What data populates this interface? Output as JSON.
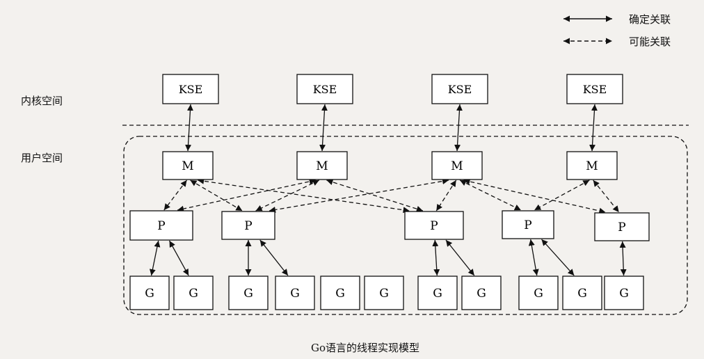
{
  "legend": {
    "solid": "确定关联",
    "dashed": "可能关联"
  },
  "regions": {
    "kernel": "内核空间",
    "user": "用户空间"
  },
  "caption": "Go语言的线程实现模型",
  "nodes": {
    "kse": "KSE",
    "m": "M",
    "p": "P",
    "g": "G"
  },
  "colors": {
    "ink": "#111111",
    "background": "#f3f1ee",
    "box": "#ffffff"
  }
}
